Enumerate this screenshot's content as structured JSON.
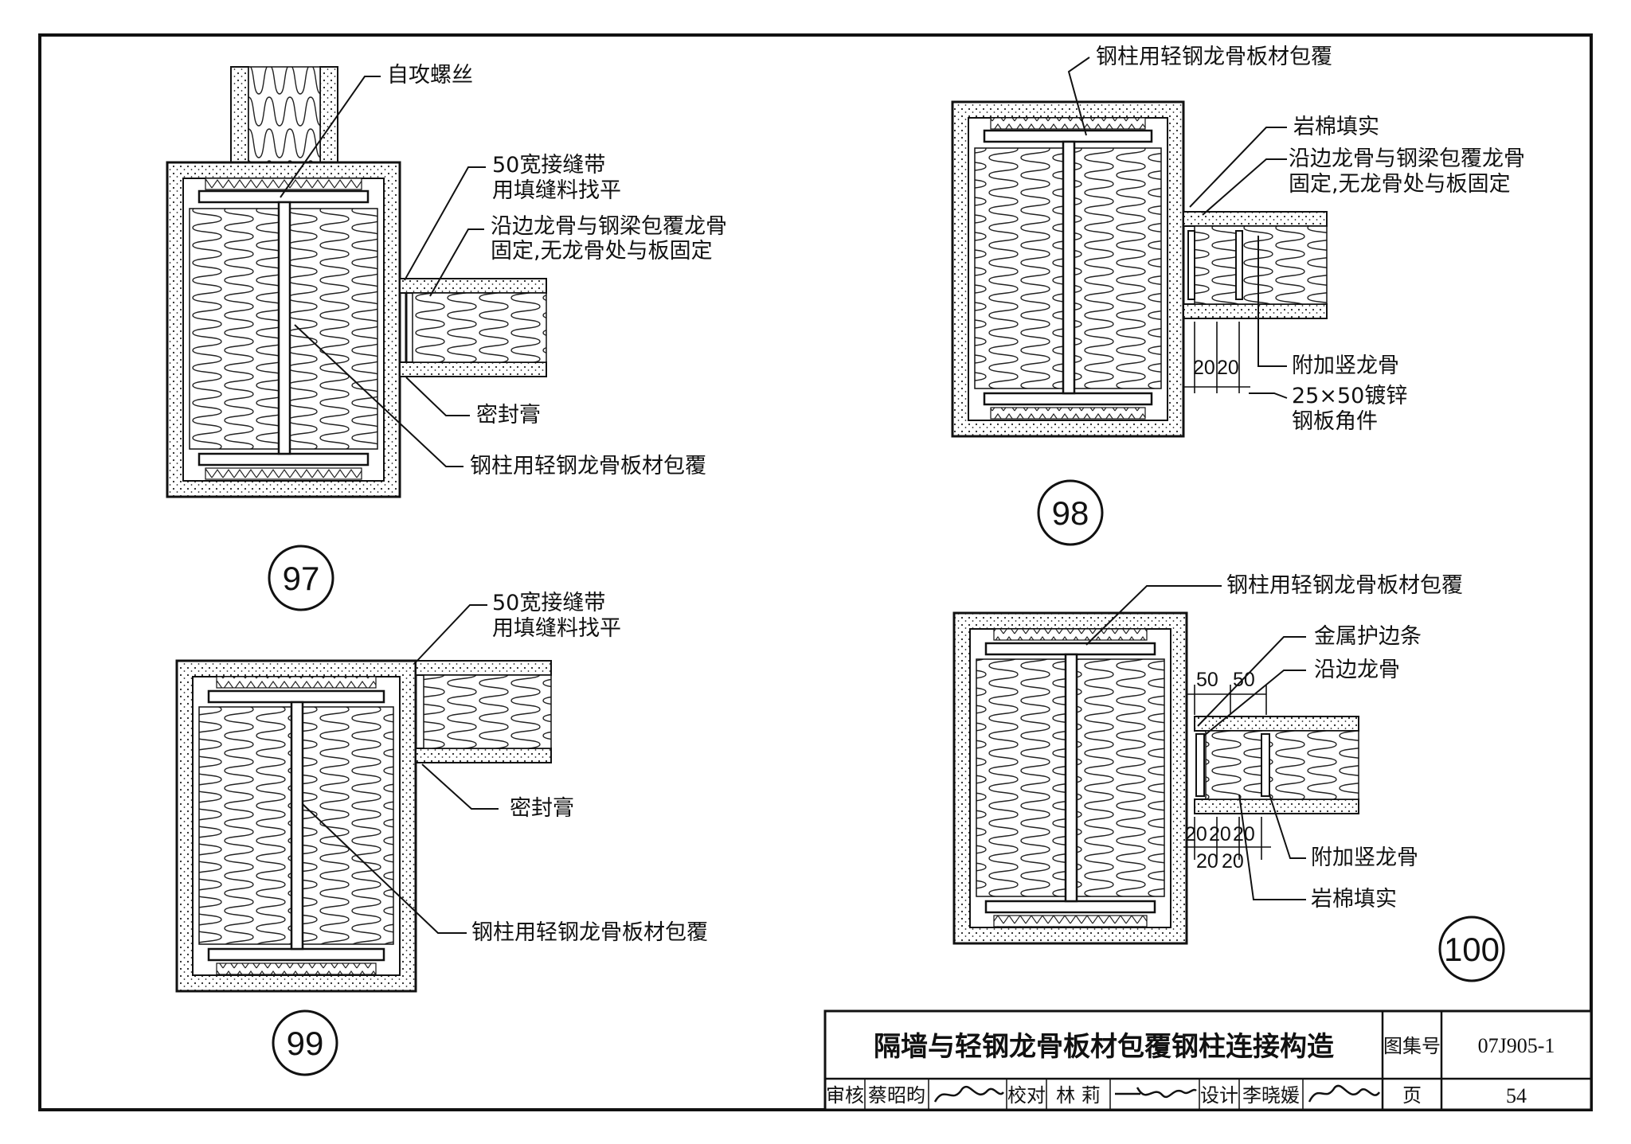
{
  "details": {
    "d97": {
      "number": "97",
      "screw_label": "自攻螺丝",
      "tape_label_1": "50宽接缝带",
      "tape_label_2": "用填缝料找平",
      "edge_keel_label_1": "沿边龙骨与钢梁包覆龙骨",
      "edge_keel_label_2": "固定,无龙骨处与板固定",
      "sealant_label": "密封膏",
      "cladding_label": "钢柱用轻钢龙骨板材包覆"
    },
    "d98": {
      "number": "98",
      "cladding_label": "钢柱用轻钢龙骨板材包覆",
      "rockwool_label": "岩棉填实",
      "edge_keel_label_1": "沿边龙骨与钢梁包覆龙骨",
      "edge_keel_label_2": "固定,无龙骨处与板固定",
      "extra_stud_label": "附加竖龙骨",
      "angle_label_1": "25×50镀锌",
      "angle_label_2": "钢板角件",
      "dim_a": "20",
      "dim_b": "20"
    },
    "d99": {
      "number": "99",
      "tape_label_1": "50宽接缝带",
      "tape_label_2": "用填缝料找平",
      "sealant_label": "密封膏",
      "cladding_label": "钢柱用轻钢龙骨板材包覆"
    },
    "d100": {
      "number": "100",
      "cladding_label": "钢柱用轻钢龙骨板材包覆",
      "trim_label": "金属护边条",
      "edge_keel_label": "沿边龙骨",
      "extra_stud_label": "附加竖龙骨",
      "rockwool_label": "岩棉填实",
      "dim_top_1": "50",
      "dim_top_2": "50",
      "dim_bot_1": "20",
      "dim_bot_2": "20",
      "dim_bot_3": "20",
      "dim_low_1": "20",
      "dim_low_2": "20"
    }
  },
  "title_block": {
    "title": "隔墙与轻钢龙骨板材包覆钢柱连接构造",
    "atlas_label": "图集号",
    "atlas_code": "07J905-1",
    "page_label": "页",
    "page_number": "54",
    "review_label": "审核",
    "reviewer": "蔡昭昀",
    "check_label": "校对",
    "checker": "林  莉",
    "design_label": "设计",
    "designer": "李晓媛"
  }
}
